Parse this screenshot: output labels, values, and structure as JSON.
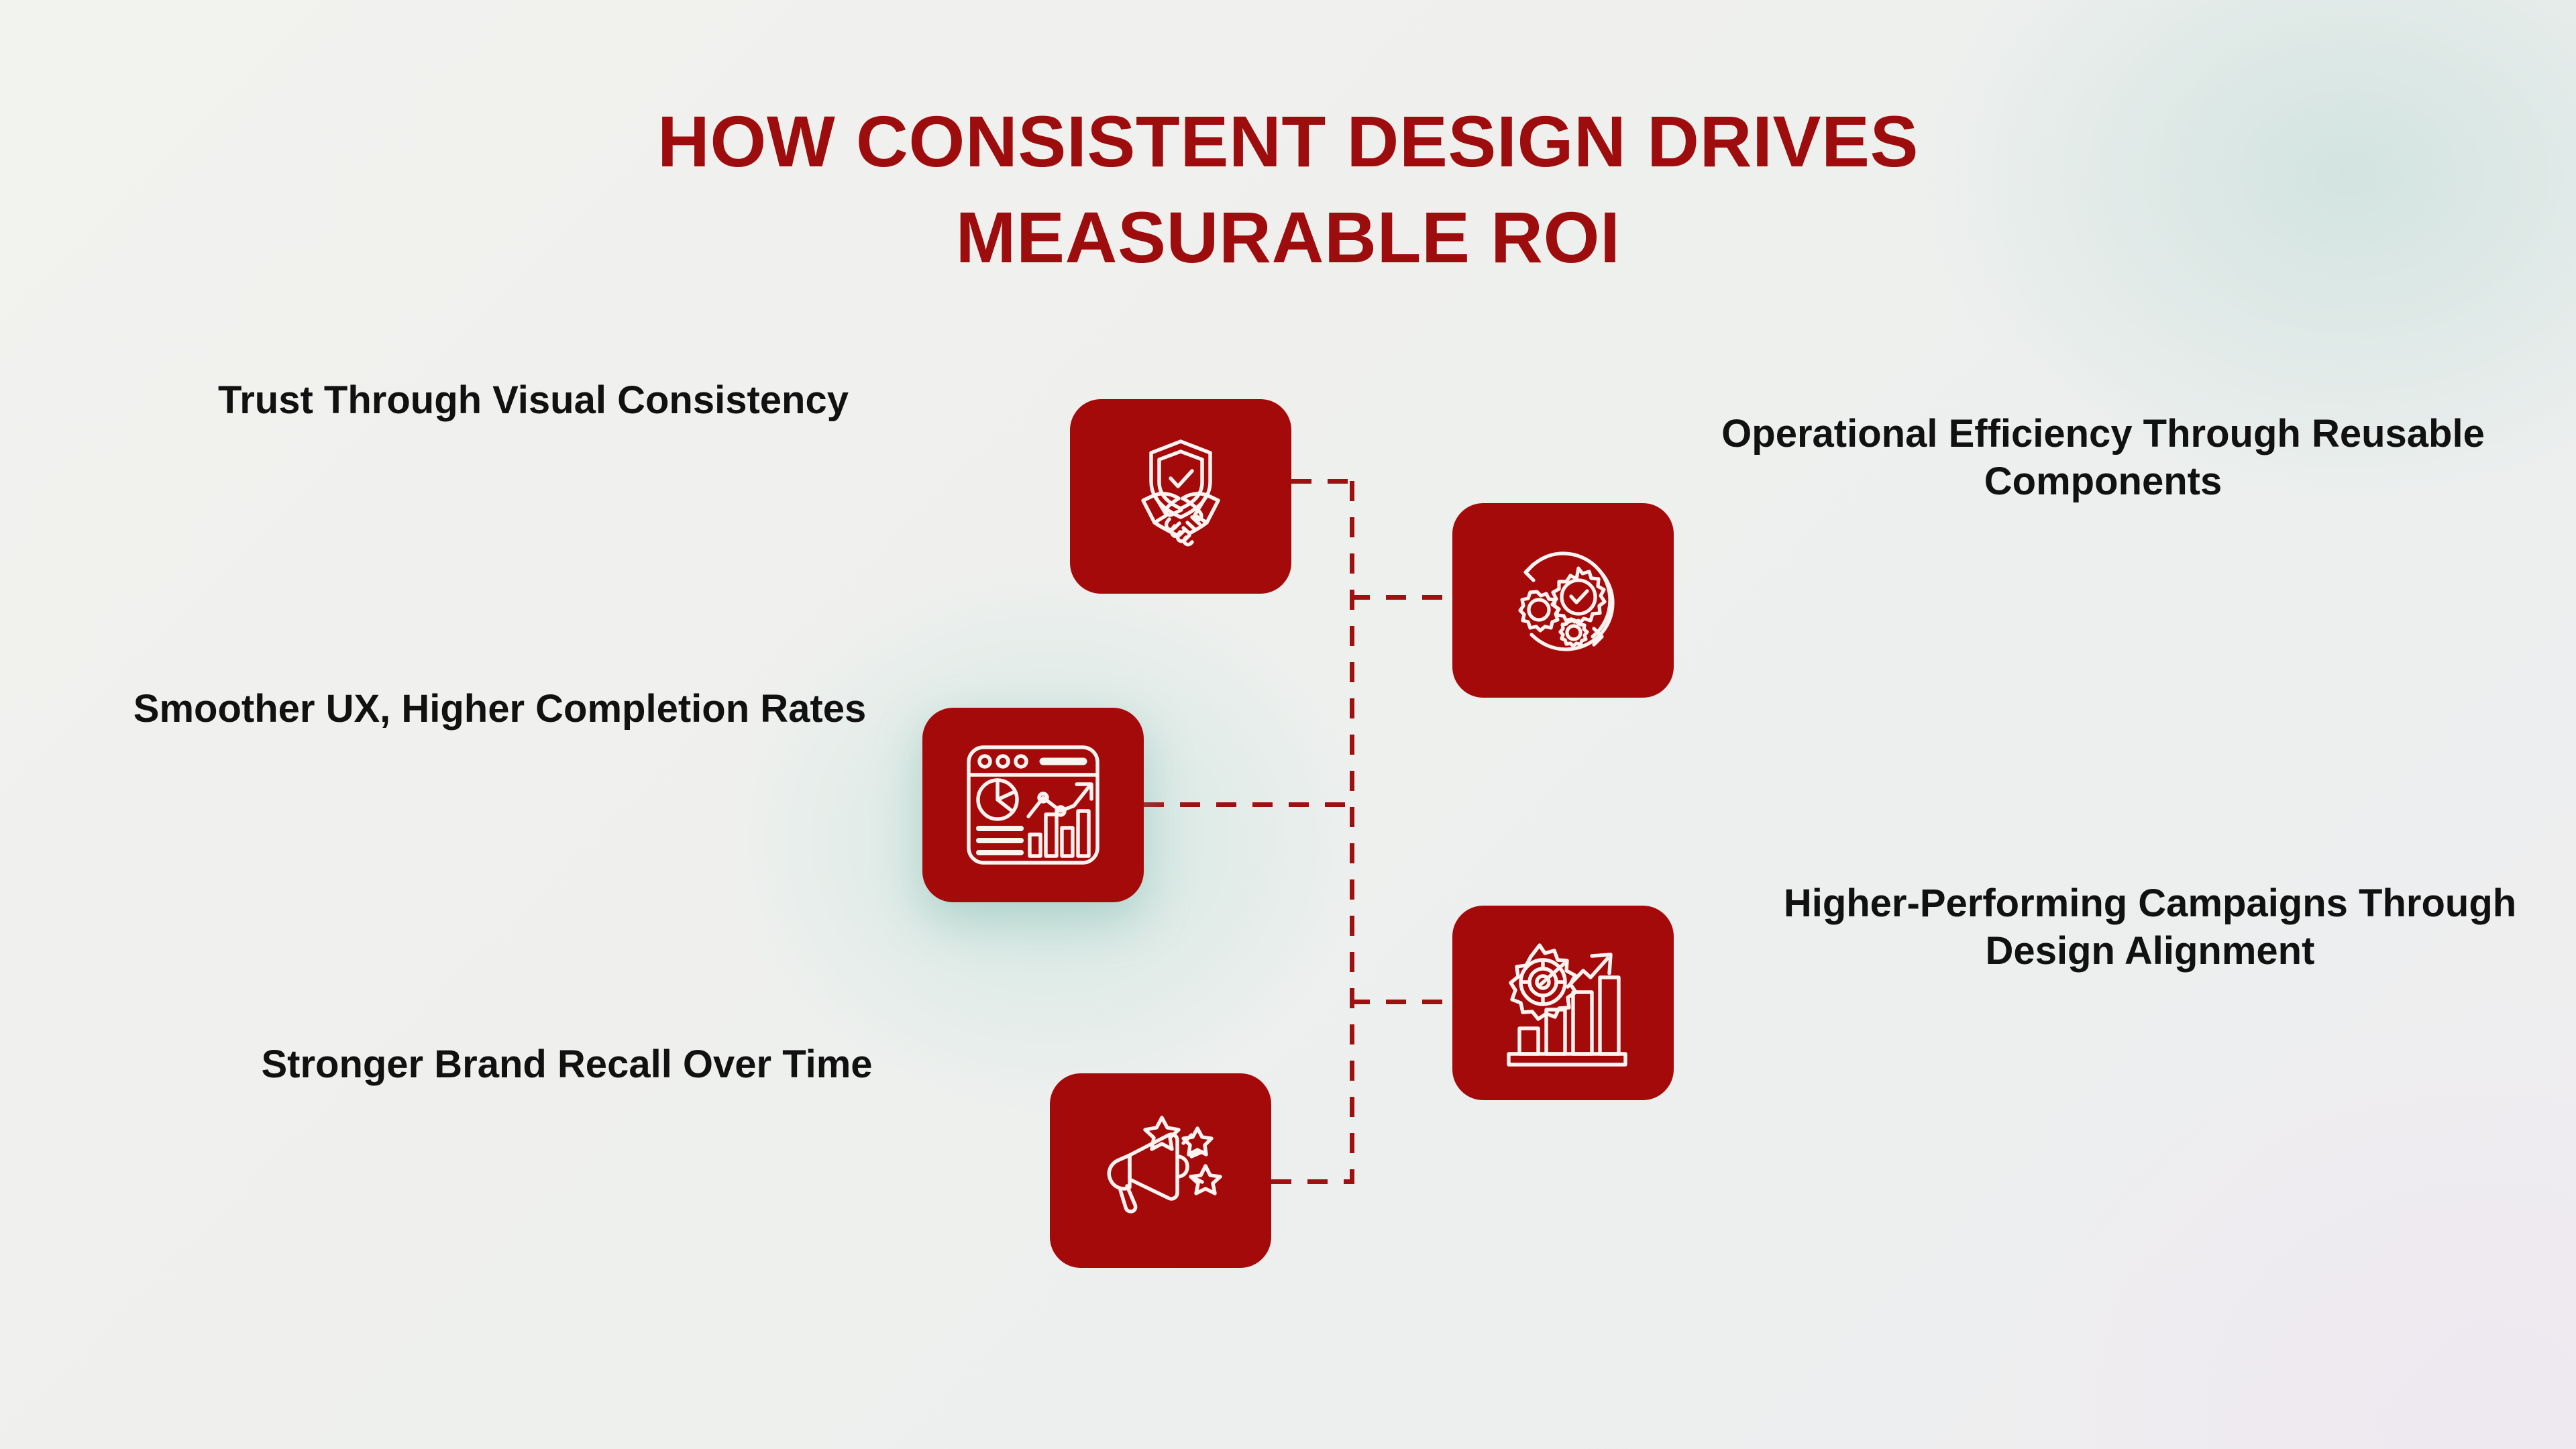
{
  "title": {
    "line1": "How Consistent Design Drives",
    "line2": "Measurable ROI"
  },
  "colors": {
    "brand_red": "#a50a0a",
    "title_red": "#9e0d0d",
    "connector_red": "#9e1111",
    "label_text": "#111111",
    "background_start": "#f2f2ef",
    "background_end": "#efedf0",
    "glow_teal": "#c7e4dd"
  },
  "nodes": [
    {
      "id": "trust",
      "label": "Trust Through Visual Consistency",
      "icon": "handshake-shield-check-icon",
      "side": "left"
    },
    {
      "id": "efficiency",
      "label": "Operational Efficiency Through Reusable Components",
      "icon": "gears-cycle-check-icon",
      "side": "right"
    },
    {
      "id": "ux",
      "label": "Smoother UX, Higher Completion Rates",
      "icon": "dashboard-analytics-icon",
      "side": "left"
    },
    {
      "id": "campaign",
      "label": "Higher-Performing Campaigns Through Design Alignment",
      "icon": "gear-target-growth-chart-icon",
      "side": "right"
    },
    {
      "id": "brand",
      "label": "Stronger Brand Recall Over Time",
      "icon": "megaphone-stars-icon",
      "side": "left"
    }
  ]
}
